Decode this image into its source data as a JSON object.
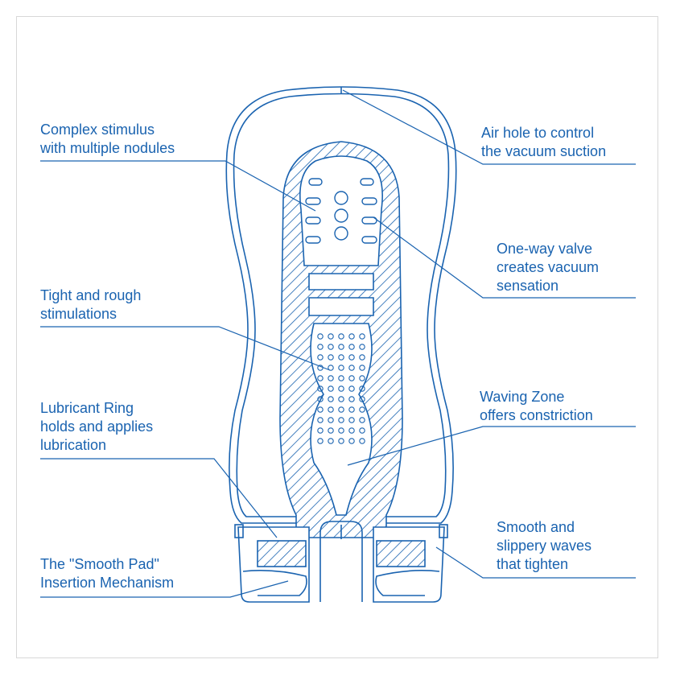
{
  "colors": {
    "line": "#1a63b0",
    "text": "#1a63b0",
    "frame": "#d8d8d8",
    "background": "#ffffff"
  },
  "labels": {
    "complex_stimulus": "Complex stimulus\nwith multiple nodules",
    "air_hole": "Air hole to control\nthe vacuum suction",
    "one_way_valve": "One-way valve\ncreates vacuum\nsensation",
    "tight_rough": "Tight and rough\nstimulations",
    "lubricant_ring": "Lubricant Ring\nholds and applies\nlubrication",
    "waving_zone": "Waving Zone\noffers constriction",
    "smooth_pad": "The \"Smooth Pad\"\nInsertion Mechanism",
    "smooth_waves": "Smooth and\nslippery waves\nthat tighten"
  }
}
